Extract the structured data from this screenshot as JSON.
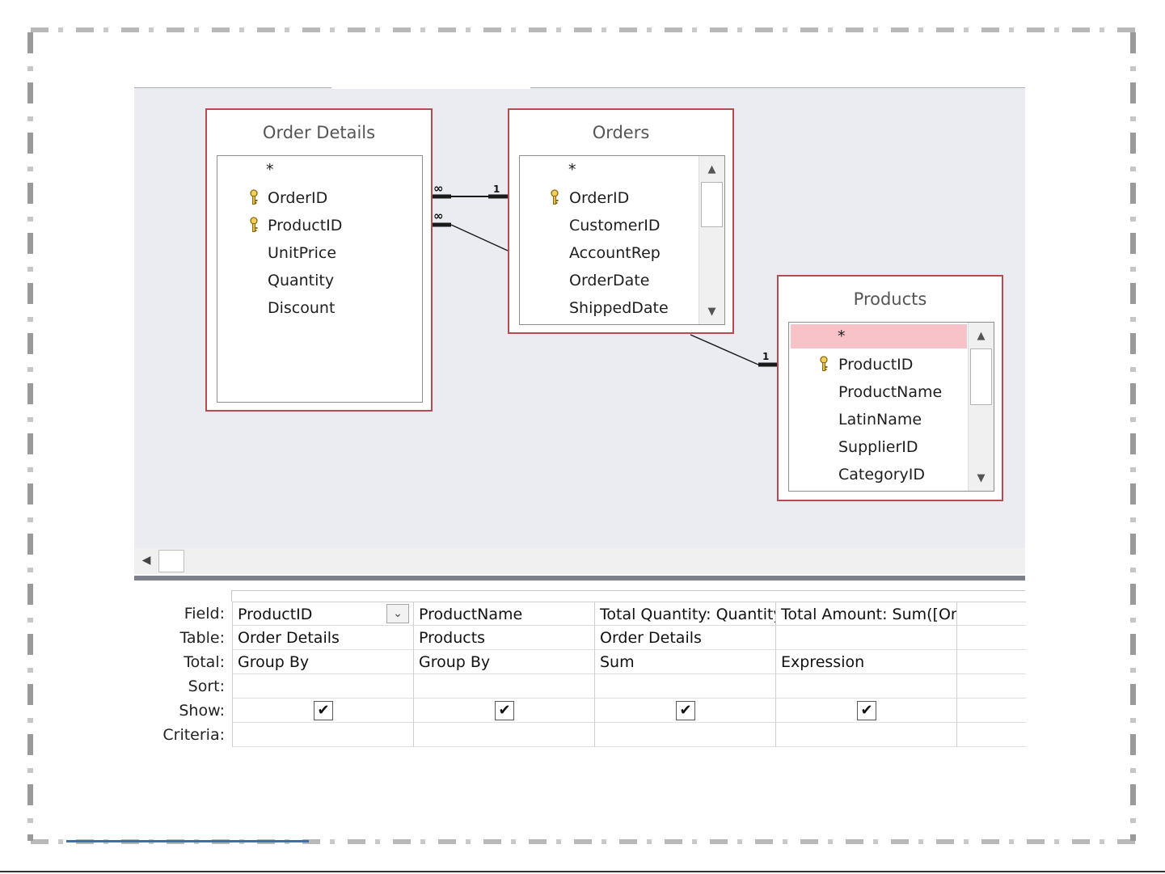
{
  "query_design": {
    "tables": [
      {
        "name": "Order Details",
        "fields": [
          {
            "label": "*",
            "key": false
          },
          {
            "label": "OrderID",
            "key": true
          },
          {
            "label": "ProductID",
            "key": true
          },
          {
            "label": "UnitPrice",
            "key": false
          },
          {
            "label": "Quantity",
            "key": false
          },
          {
            "label": "Discount",
            "key": false
          }
        ]
      },
      {
        "name": "Orders",
        "fields": [
          {
            "label": "*",
            "key": false
          },
          {
            "label": "OrderID",
            "key": true
          },
          {
            "label": "CustomerID",
            "key": false
          },
          {
            "label": "AccountRep",
            "key": false
          },
          {
            "label": "OrderDate",
            "key": false
          },
          {
            "label": "ShippedDate",
            "key": false
          }
        ]
      },
      {
        "name": "Products",
        "fields": [
          {
            "label": "*",
            "key": false
          },
          {
            "label": "ProductID",
            "key": true
          },
          {
            "label": "ProductName",
            "key": false
          },
          {
            "label": "LatinName",
            "key": false
          },
          {
            "label": "SupplierID",
            "key": false
          },
          {
            "label": "CategoryID",
            "key": false
          }
        ]
      }
    ],
    "relationships": [
      {
        "many_label": "∞",
        "one_label": "1"
      },
      {
        "many_label": "∞",
        "one_label": "1"
      }
    ]
  },
  "grid": {
    "row_labels": {
      "field": "Field:",
      "table": "Table:",
      "total": "Total:",
      "sort": "Sort:",
      "show": "Show:",
      "criteria": "Criteria:"
    },
    "columns": [
      {
        "field": "ProductID",
        "table": "Order Details",
        "total": "Group By",
        "sort": "",
        "show": true,
        "criteria": ""
      },
      {
        "field": "ProductName",
        "table": "Products",
        "total": "Group By",
        "sort": "",
        "show": true,
        "criteria": ""
      },
      {
        "field": "Total Quantity: Quantity",
        "table": "Order Details",
        "total": "Sum",
        "sort": "",
        "show": true,
        "criteria": ""
      },
      {
        "field": "Total Amount: Sum([Orc",
        "table": "",
        "total": "Expression",
        "sort": "",
        "show": true,
        "criteria": ""
      }
    ],
    "check_glyph": "✔",
    "dropdown_glyph": "⌄"
  },
  "icons": {
    "key": "key-icon",
    "scroll_up": "▲",
    "scroll_down": "▼",
    "scroll_left": "◀"
  },
  "colors": {
    "table_border": "#b84b52",
    "selected_field": "#f7c3c8",
    "canvas": "#eaecf1"
  }
}
